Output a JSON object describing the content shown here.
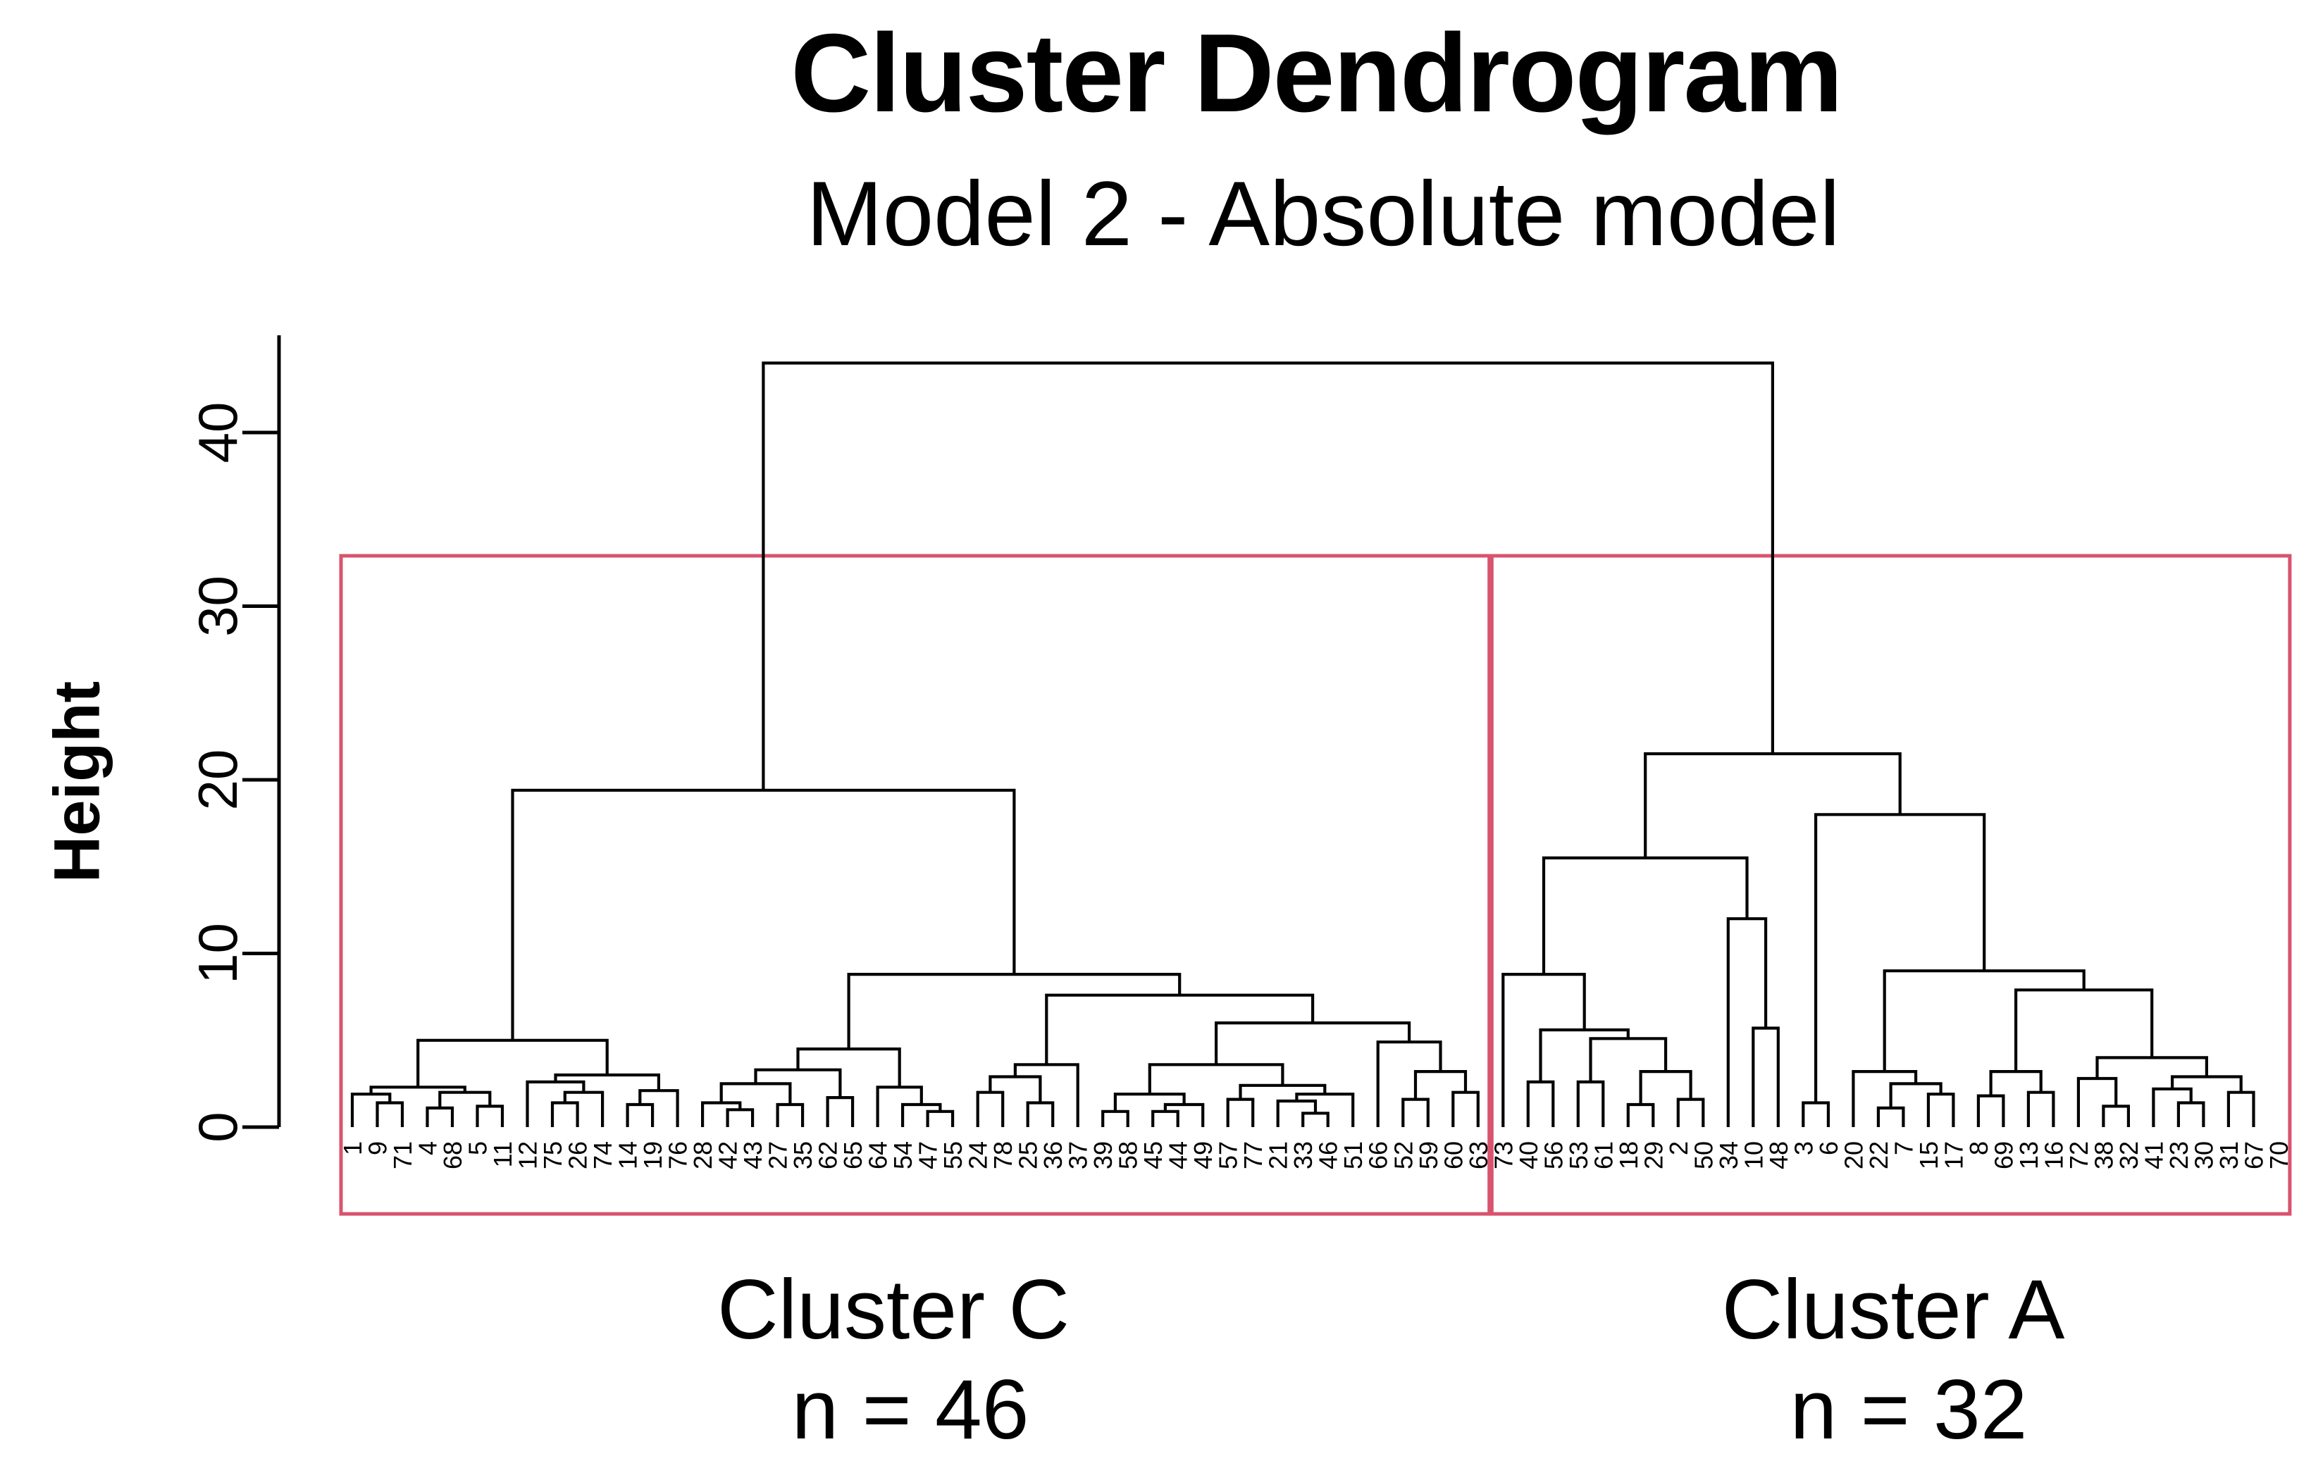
{
  "title": "Cluster Dendrogram",
  "subtitle": "Model 2 - Absolute model",
  "y_axis": {
    "label": "Height",
    "ticks": [
      0,
      10,
      20,
      30,
      40
    ]
  },
  "cluster_annotations": [
    {
      "name": "Cluster C",
      "count": "n = 46"
    },
    {
      "name": "Cluster A",
      "count": "n = 32"
    }
  ],
  "colors": {
    "line": "#000000",
    "box": "#d9536e",
    "text": "#000000"
  },
  "chart_data": {
    "type": "dendrogram",
    "title": "Cluster Dendrogram",
    "subtitle": "Model 2 - Absolute model",
    "ylabel": "Height",
    "ylim": [
      0,
      45.6
    ],
    "yticks": [
      0,
      10,
      20,
      30,
      40
    ],
    "grid": false,
    "leaf_order": [
      "1",
      "9",
      "71",
      "4",
      "68",
      "5",
      "11",
      "12",
      "75",
      "26",
      "74",
      "14",
      "19",
      "76",
      "28",
      "42",
      "43",
      "27",
      "35",
      "62",
      "65",
      "64",
      "54",
      "47",
      "55",
      "24",
      "78",
      "25",
      "36",
      "37",
      "39",
      "58",
      "45",
      "44",
      "49",
      "57",
      "77",
      "21",
      "33",
      "46",
      "51",
      "66",
      "52",
      "59",
      "60",
      "63",
      "73",
      "40",
      "56",
      "53",
      "61",
      "18",
      "29",
      "2",
      "50",
      "34",
      "10",
      "48",
      "3",
      "6",
      "20",
      "22",
      "7",
      "15",
      "17",
      "8",
      "69",
      "13",
      "16",
      "72",
      "38",
      "32",
      "41",
      "23",
      "30",
      "31",
      "67",
      "70"
    ],
    "root_height": 44.0,
    "tree": [
      44.0,
      [
        19.4,
        [
          5.0,
          [
            2.3,
            [
              1.9,
              "1",
              [
                1.4,
                "9",
                "71"
              ]
            ],
            [
              2.0,
              [
                1.1,
                "4",
                "68"
              ],
              [
                1.2,
                "5",
                "11"
              ]
            ]
          ],
          [
            3.0,
            [
              2.6,
              "12",
              [
                2.0,
                [
                  1.4,
                  "75",
                  "26"
                ],
                "74"
              ]
            ],
            [
              2.1,
              [
                1.3,
                "14",
                "19"
              ],
              "76"
            ]
          ]
        ],
        [
          8.8,
          [
            4.5,
            [
              3.3,
              [
                2.5,
                [
                  1.4,
                  "28",
                  [
                    1.0,
                    "42",
                    "43"
                  ]
                ],
                [
                  1.3,
                  "27",
                  "35"
                ]
              ],
              [
                1.7,
                "62",
                "65"
              ]
            ],
            [
              2.3,
              "64",
              [
                1.3,
                "54",
                [
                  0.9,
                  "47",
                  "55"
                ]
              ]
            ]
          ],
          [
            7.6,
            [
              3.6,
              [
                2.9,
                [
                  2.0,
                  "24",
                  "78"
                ],
                [
                  1.4,
                  "25",
                  "36"
                ]
              ],
              "37"
            ],
            [
              6.0,
              [
                3.6,
                [
                  1.9,
                  [
                    0.9,
                    "39",
                    "58"
                  ],
                  [
                    1.3,
                    [
                      0.9,
                      "45",
                      "44"
                    ],
                    "49"
                  ]
                ],
                [
                  2.4,
                  [
                    1.6,
                    "57",
                    "77"
                  ],
                  [
                    1.9,
                    [
                      1.5,
                      "21",
                      [
                        0.8,
                        "33",
                        "46"
                      ]
                    ],
                    "51"
                  ]
                ]
              ],
              [
                4.9,
                "66",
                [
                  3.2,
                  [
                    1.6,
                    "52",
                    "59"
                  ],
                  [
                    2.0,
                    "60",
                    "63"
                  ]
                ]
              ]
            ]
          ]
        ]
      ],
      [
        21.5,
        [
          15.5,
          [
            8.8,
            "73",
            [
              5.6,
              [
                2.6,
                "40",
                "56"
              ],
              [
                5.1,
                [
                  2.6,
                  "53",
                  "61"
                ],
                [
                  3.2,
                  [
                    1.3,
                    "18",
                    "29"
                  ],
                  [
                    1.6,
                    "2",
                    "50"
                  ]
                ]
              ]
            ]
          ],
          [
            12.0,
            "34",
            [
              5.7,
              "10",
              "48"
            ]
          ]
        ],
        [
          18.0,
          [
            1.4,
            "3",
            "6"
          ],
          [
            9.0,
            [
              3.2,
              "20",
              [
                2.5,
                [
                  1.1,
                  "22",
                  "7"
                ],
                [
                  1.9,
                  "15",
                  "17"
                ]
              ]
            ],
            [
              7.9,
              [
                3.2,
                [
                  1.8,
                  "8",
                  "69"
                ],
                [
                  2.0,
                  "13",
                  "16"
                ]
              ],
              [
                4.0,
                [
                  2.8,
                  "38",
                  [
                    1.2,
                    "32",
                    "41"
                  ]
                ],
                [
                  2.9,
                  [
                    2.2,
                    "23",
                    [
                      1.4,
                      "30",
                      "31"
                    ]
                  ],
                  [
                    2.0,
                    "67",
                    "70"
                  ]
                ]
              ]
            ]
          ]
        ]
      ]
    ],
    "cluster_boxes": [
      {
        "label": "Cluster C",
        "n": 46,
        "leaf_from": 0,
        "leaf_to": 45,
        "top": 32.9,
        "bottom": -5.0
      },
      {
        "label": "Cluster A",
        "n": 32,
        "leaf_from": 46,
        "leaf_to": 77,
        "top": 32.9,
        "bottom": -5.0
      }
    ]
  }
}
